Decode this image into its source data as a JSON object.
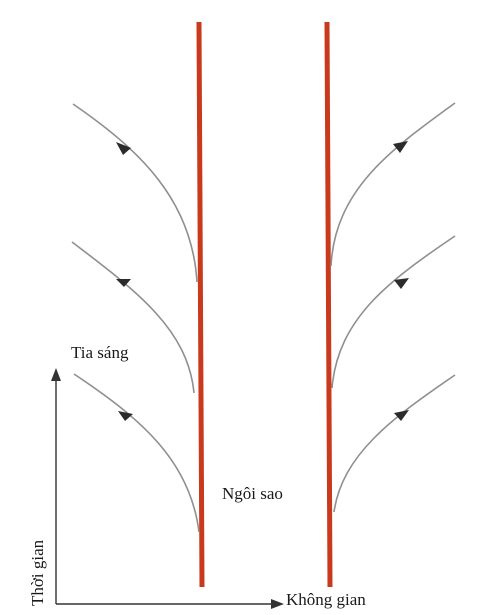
{
  "labels": {
    "light_ray": "Tia sáng",
    "star": "Ngôi sao",
    "time_axis": "Thời gian",
    "space_axis": "Không gian"
  },
  "colors": {
    "star_worldline": "#c93a1c",
    "light_ray": "#8f8f8f",
    "arrowhead": "#2b2b2b",
    "axes": "#333333",
    "text": "#1a1a1a"
  },
  "icons": {
    "ray_arrow": "triangle-arrowhead",
    "axis_arrow": "line-arrowhead"
  }
}
